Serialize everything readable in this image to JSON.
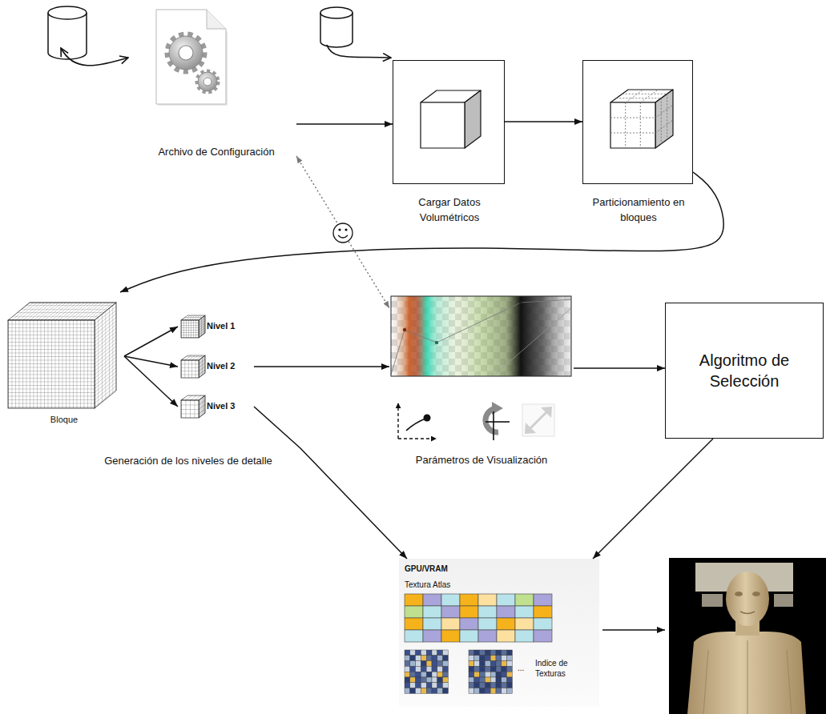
{
  "diagram": {
    "nodes": [
      {
        "text": [
          "Archivo de Configuración"
        ]
      },
      {
        "text": [
          "Cargar Datos Volumétricos"
        ]
      },
      {
        "text": [
          "Particionamiento en bloques"
        ]
      },
      {
        "text": [
          "Bloque"
        ]
      },
      {
        "text": [
          "Nivel 1"
        ]
      },
      {
        "text": [
          "Nivel 2"
        ]
      },
      {
        "text": [
          "Nivel 3"
        ]
      },
      {
        "text": [
          "Parámetros de Visualización"
        ]
      },
      {
        "text": [
          "Algoritmo de Selección"
        ]
      },
      {
        "text": [
          "GPU/VRAM",
          "Textura Atlas",
          "Indice de Texturas"
        ]
      }
    ],
    "edges": [
      {
        "from": 0,
        "to": 1,
        "arrow": "to"
      },
      {
        "from": 1,
        "to": 2,
        "arrow": "to"
      },
      {
        "from": 2,
        "to": 3,
        "arrow": "to"
      },
      {
        "from": 3,
        "to": 4,
        "arrow": "to"
      },
      {
        "from": 3,
        "to": 5,
        "arrow": "to"
      },
      {
        "from": 3,
        "to": 6,
        "arrow": "to"
      },
      {
        "from": 5,
        "to": 7,
        "arrow": "to"
      },
      {
        "from": 0,
        "to": 7,
        "arrow": "both"
      },
      {
        "from": 7,
        "to": 8,
        "arrow": "to"
      },
      {
        "from": 8,
        "to": 9,
        "arrow": "to"
      },
      {
        "from": 6,
        "to": 9,
        "arrow": "to"
      }
    ],
    "labels": [
      "Generación de los niveles de detalle",
      "..."
    ]
  }
}
